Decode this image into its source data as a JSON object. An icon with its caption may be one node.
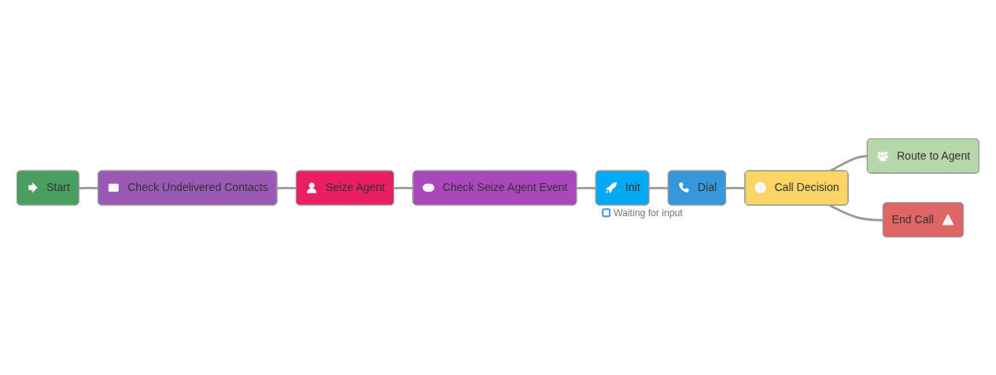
{
  "diagram": {
    "nodes": [
      {
        "text": [
          "Start"
        ]
      },
      {
        "text": [
          "Check Undelivered Contacts"
        ]
      },
      {
        "text": [
          "Seize Agent"
        ]
      },
      {
        "text": [
          "Check Seize Agent Event"
        ]
      },
      {
        "text": [
          "Init"
        ],
        "beside": [
          "Waiting for input"
        ]
      },
      {
        "text": [
          "Dial"
        ]
      },
      {
        "text": [
          "Call Decision"
        ]
      },
      {
        "text": [
          "Route to Agent"
        ]
      },
      {
        "text": [
          "End Call"
        ]
      }
    ],
    "edges": [
      {
        "from": 0,
        "to": 1,
        "arrow": "none"
      },
      {
        "from": 1,
        "to": 2,
        "arrow": "none"
      },
      {
        "from": 2,
        "to": 3,
        "arrow": "none"
      },
      {
        "from": 3,
        "to": 4,
        "arrow": "none"
      },
      {
        "from": 4,
        "to": 5,
        "arrow": "none"
      },
      {
        "from": 5,
        "to": 6,
        "arrow": "none"
      },
      {
        "from": 6,
        "to": 7,
        "arrow": "none"
      },
      {
        "from": 6,
        "to": 8,
        "arrow": "none"
      }
    ]
  }
}
